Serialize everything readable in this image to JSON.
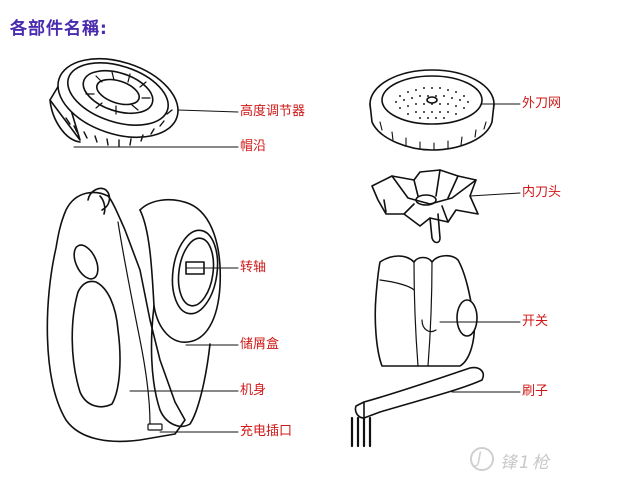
{
  "title": "各部件名稱:",
  "labels": {
    "height_adjuster": "高度调节器",
    "cap_brim": "帽沿",
    "rotating_shaft": "转轴",
    "lint_box": "储屑盒",
    "body": "机身",
    "charging_port": "充电插口",
    "outer_mesh": "外刀网",
    "inner_blade": "内刀头",
    "switch": "开关",
    "brush": "刷子"
  },
  "watermark": "锋1枪",
  "colors": {
    "title": "#4a2bb0",
    "label": "#d01818",
    "line": "#111111"
  }
}
